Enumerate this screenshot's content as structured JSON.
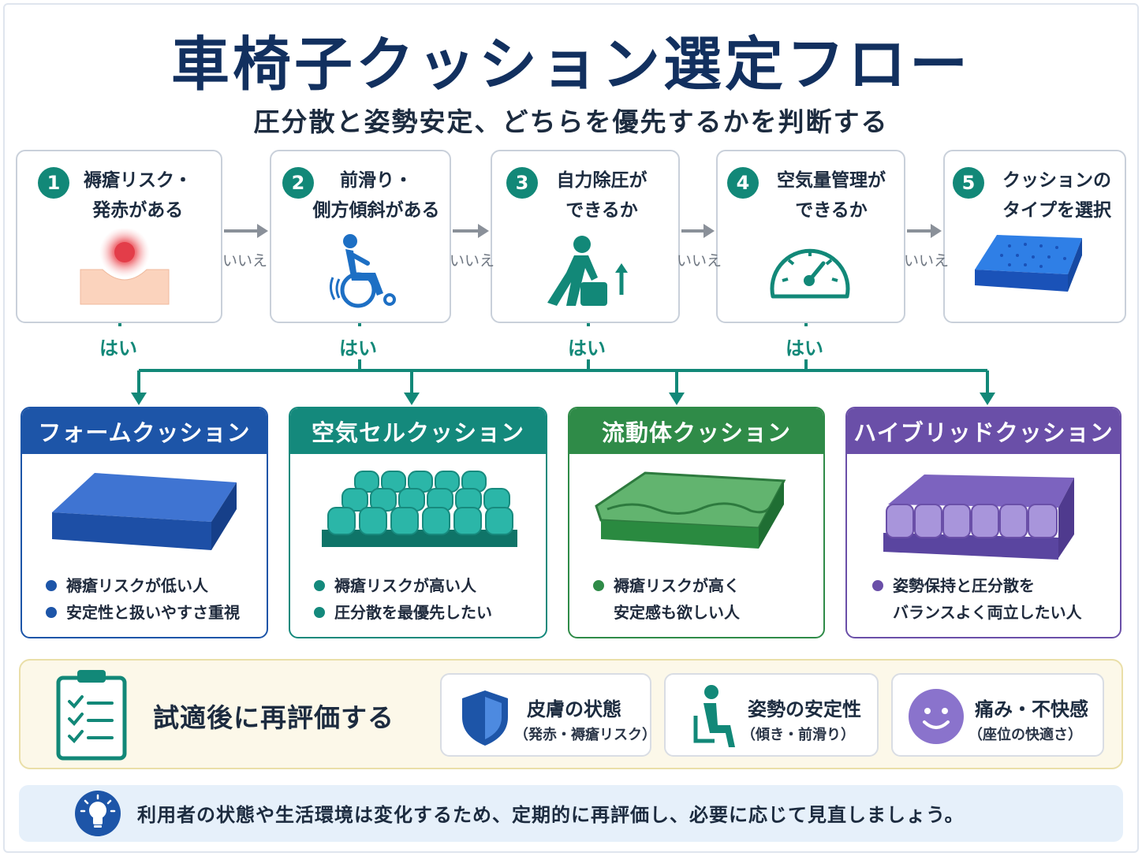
{
  "title": "車椅子クッション選定フロー",
  "subtitle": "圧分散と姿勢安定、どちらを優先するかを判断する",
  "steps": [
    {
      "num": "1",
      "line1": "褥瘡リスク・",
      "line2": "発赤がある",
      "icon": "pressure-redness-icon"
    },
    {
      "num": "2",
      "line1": "前滑り・",
      "line2": "側方傾斜がある",
      "icon": "wheelchair-tilt-icon"
    },
    {
      "num": "3",
      "line1": "自力除圧が",
      "line2": "できるか",
      "icon": "self-pressure-relief-icon"
    },
    {
      "num": "4",
      "line1": "空気量管理が",
      "line2": "できるか",
      "icon": "gauge-icon"
    },
    {
      "num": "5",
      "line1": "クッションの",
      "line2": "タイプを選択",
      "icon": "cushion-icon"
    }
  ],
  "no_label": "いいえ",
  "yes_label": "はい",
  "cushions": [
    {
      "name": "フォームクッション",
      "color": "#1d55a8",
      "bullets": [
        "褥瘡リスクが低い人",
        "安定性と扱いやすさ重視"
      ],
      "continuation": ""
    },
    {
      "name": "空気セルクッション",
      "color": "#14897c",
      "bullets": [
        "褥瘡リスクが高い人",
        "圧分散を最優先したい"
      ],
      "continuation": ""
    },
    {
      "name": "流動体クッション",
      "color": "#2f8b48",
      "bullets": [
        "褥瘡リスクが高く"
      ],
      "continuation": "安定感も欲しい人"
    },
    {
      "name": "ハイブリッドクッション",
      "color": "#6a4fa8",
      "bullets": [
        "姿勢保持と圧分散を"
      ],
      "continuation": "バランスよく両立したい人"
    }
  ],
  "reassess": {
    "title": "試適後に再評価する",
    "criteria": [
      {
        "name": "皮膚の状態",
        "desc": "（発赤・褥瘡リスク）",
        "icon": "shield-icon"
      },
      {
        "name": "姿勢の安定性",
        "desc": "（傾き・前滑り）",
        "icon": "seated-person-icon"
      },
      {
        "name": "痛み・不快感",
        "desc": "（座位の快適さ）",
        "icon": "smiley-icon"
      }
    ]
  },
  "tip": "利用者の状態や生活環境は変化するため、定期的に再評価し、必要に応じて見直しましょう。",
  "colors": {
    "teal": "#128878",
    "navy": "#12305f",
    "blue": "#1d55a8",
    "green": "#2f8b48",
    "purple": "#6a4fa8"
  }
}
